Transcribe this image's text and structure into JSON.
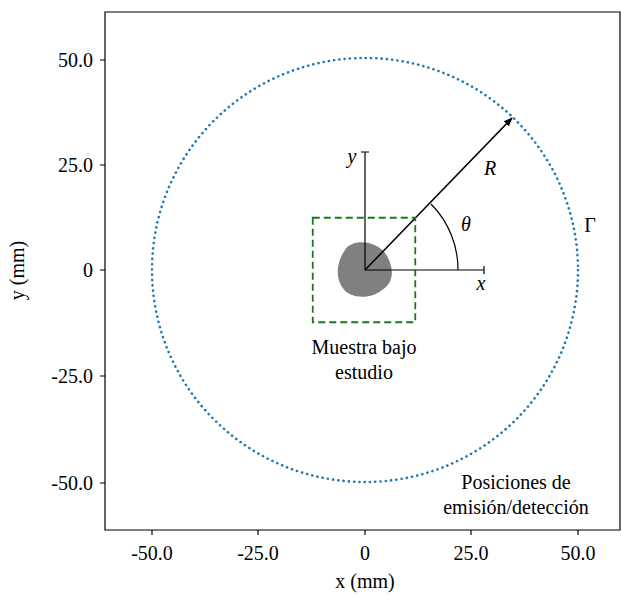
{
  "diagram": {
    "nodes": [
      {
        "text": [
          "Γ",
          "Posiciones de emisión/detección"
        ]
      },
      {
        "text": [
          "Muestra bajo estudio"
        ],
        "in": 0
      }
    ],
    "labels": [
      "50.0",
      "25.0",
      "0",
      "-25.0",
      "-50.0",
      "-50.0",
      "-25.0",
      "0",
      "25.0",
      "50.0",
      "y (mm)",
      "x (mm)",
      "y",
      "x",
      "R",
      "θ"
    ]
  }
}
